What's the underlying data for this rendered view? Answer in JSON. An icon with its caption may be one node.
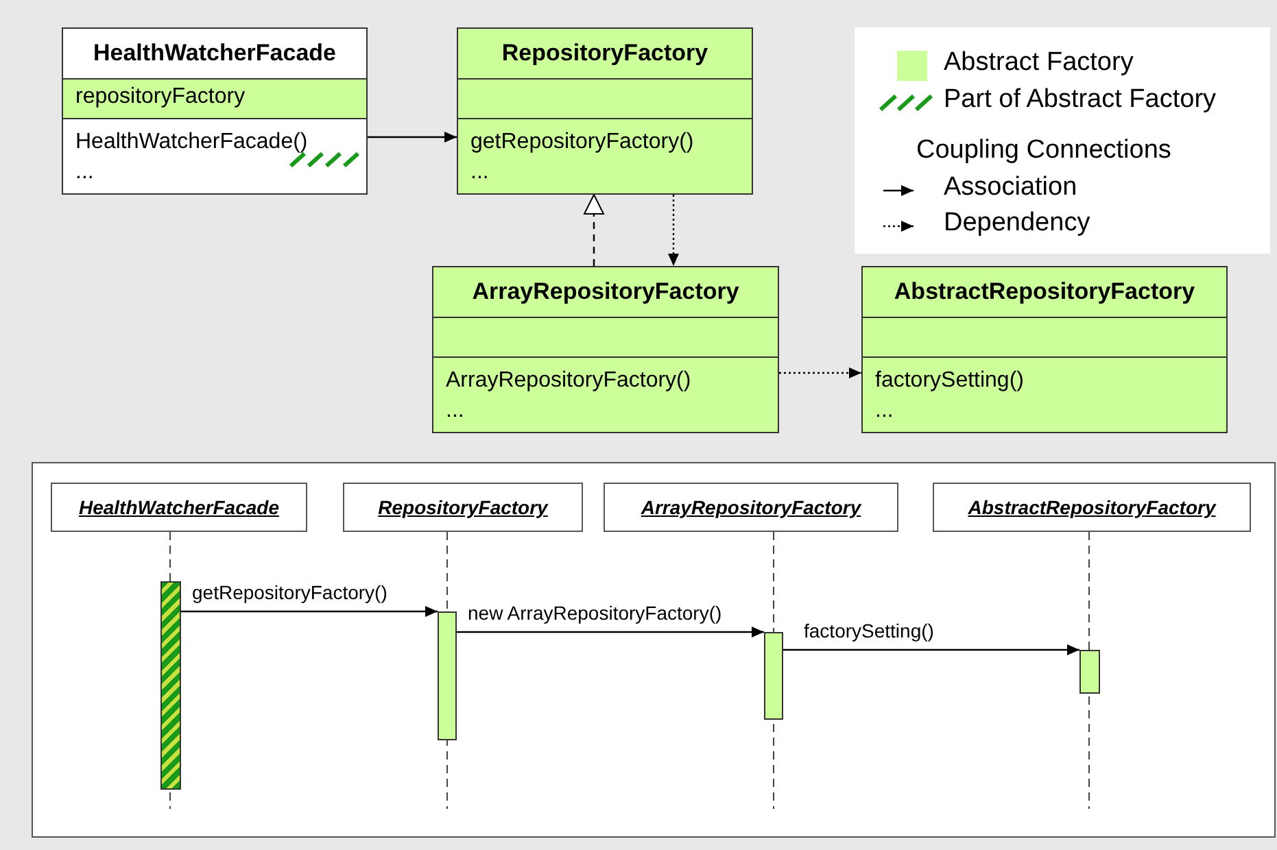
{
  "diagram": {
    "nodes": [
      {
        "text": [
          "HealthWatcherFacade",
          "repositoryFactory",
          "HealthWatcherFacade()",
          "..."
        ]
      },
      {
        "text": [
          "RepositoryFactory",
          "getRepositoryFactory()",
          "..."
        ]
      },
      {
        "text": [
          "ArrayRepositoryFactory",
          "ArrayRepositoryFactory()",
          "..."
        ]
      },
      {
        "text": [
          "AbstractRepositoryFactory",
          "factorySetting()",
          "..."
        ]
      },
      {
        "text": [
          "HealthWatcherFacade"
        ]
      },
      {
        "text": [
          "RepositoryFactory"
        ]
      },
      {
        "text": [
          "ArrayRepositoryFactory"
        ]
      },
      {
        "text": [
          "AbstractRepositoryFactory"
        ]
      },
      {
        "text": [],
        "shape": "bar"
      },
      {
        "text": [],
        "shape": "bar"
      },
      {
        "text": [],
        "shape": "bar"
      },
      {
        "text": [],
        "shape": "bar"
      }
    ],
    "edges": [
      {
        "from": 0,
        "to": 1,
        "arrow": "to"
      },
      {
        "from": 2,
        "to": 1,
        "arrow": "to",
        "style": "dashed"
      },
      {
        "from": 1,
        "to": 2,
        "arrow": "to",
        "style": "dashed"
      },
      {
        "from": 2,
        "to": 3,
        "arrow": "to",
        "style": "dashed"
      },
      {
        "from": 8,
        "to": 9,
        "arrow": "to",
        "label": "getRepositoryFactory()"
      },
      {
        "from": 9,
        "to": 10,
        "arrow": "to",
        "label": "new ArrayRepositoryFactory()"
      },
      {
        "from": 10,
        "to": 11,
        "arrow": "to",
        "label": "factorySetting()"
      }
    ],
    "labels": [
      "Coupling Connections"
    ],
    "legend": [
      {
        "text": "Abstract Factory",
        "color": "#ccff99"
      },
      {
        "text": "Part of Abstract Factory"
      },
      {
        "text": "Association"
      },
      {
        "text": "Dependency"
      }
    ]
  }
}
